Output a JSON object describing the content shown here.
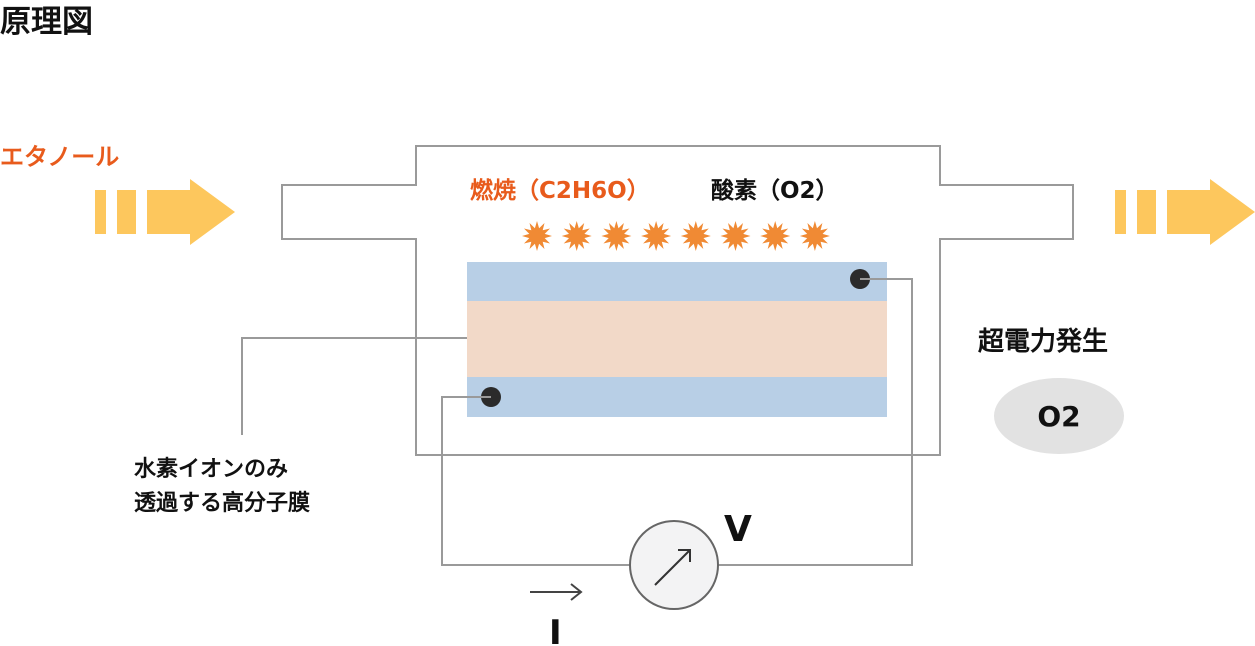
{
  "title": "原理図",
  "input_label": "エタノール",
  "combustion_label": "燃焼（C2H6O）",
  "oxygen_label": "酸素（O2）",
  "power_label": "超電力発生",
  "output_oxygen": "O2",
  "membrane_label_line1": "水素イオンのみ",
  "membrane_label_line2": "透過する高分子膜",
  "voltmeter_label": "V",
  "current_label": "I",
  "combustion_spark_count": 8,
  "colors": {
    "accent_orange": "#e85b1c",
    "spark_orange": "#f08a34",
    "arrow_yellow": "#fdc75d",
    "electrode_blue": "#b8cfe6",
    "membrane_peach": "#f2d9c8",
    "outline_gray": "#9a9a9a",
    "o2_bubble_gray": "#e2e2e2",
    "meter_fill": "#f3f3f4"
  }
}
